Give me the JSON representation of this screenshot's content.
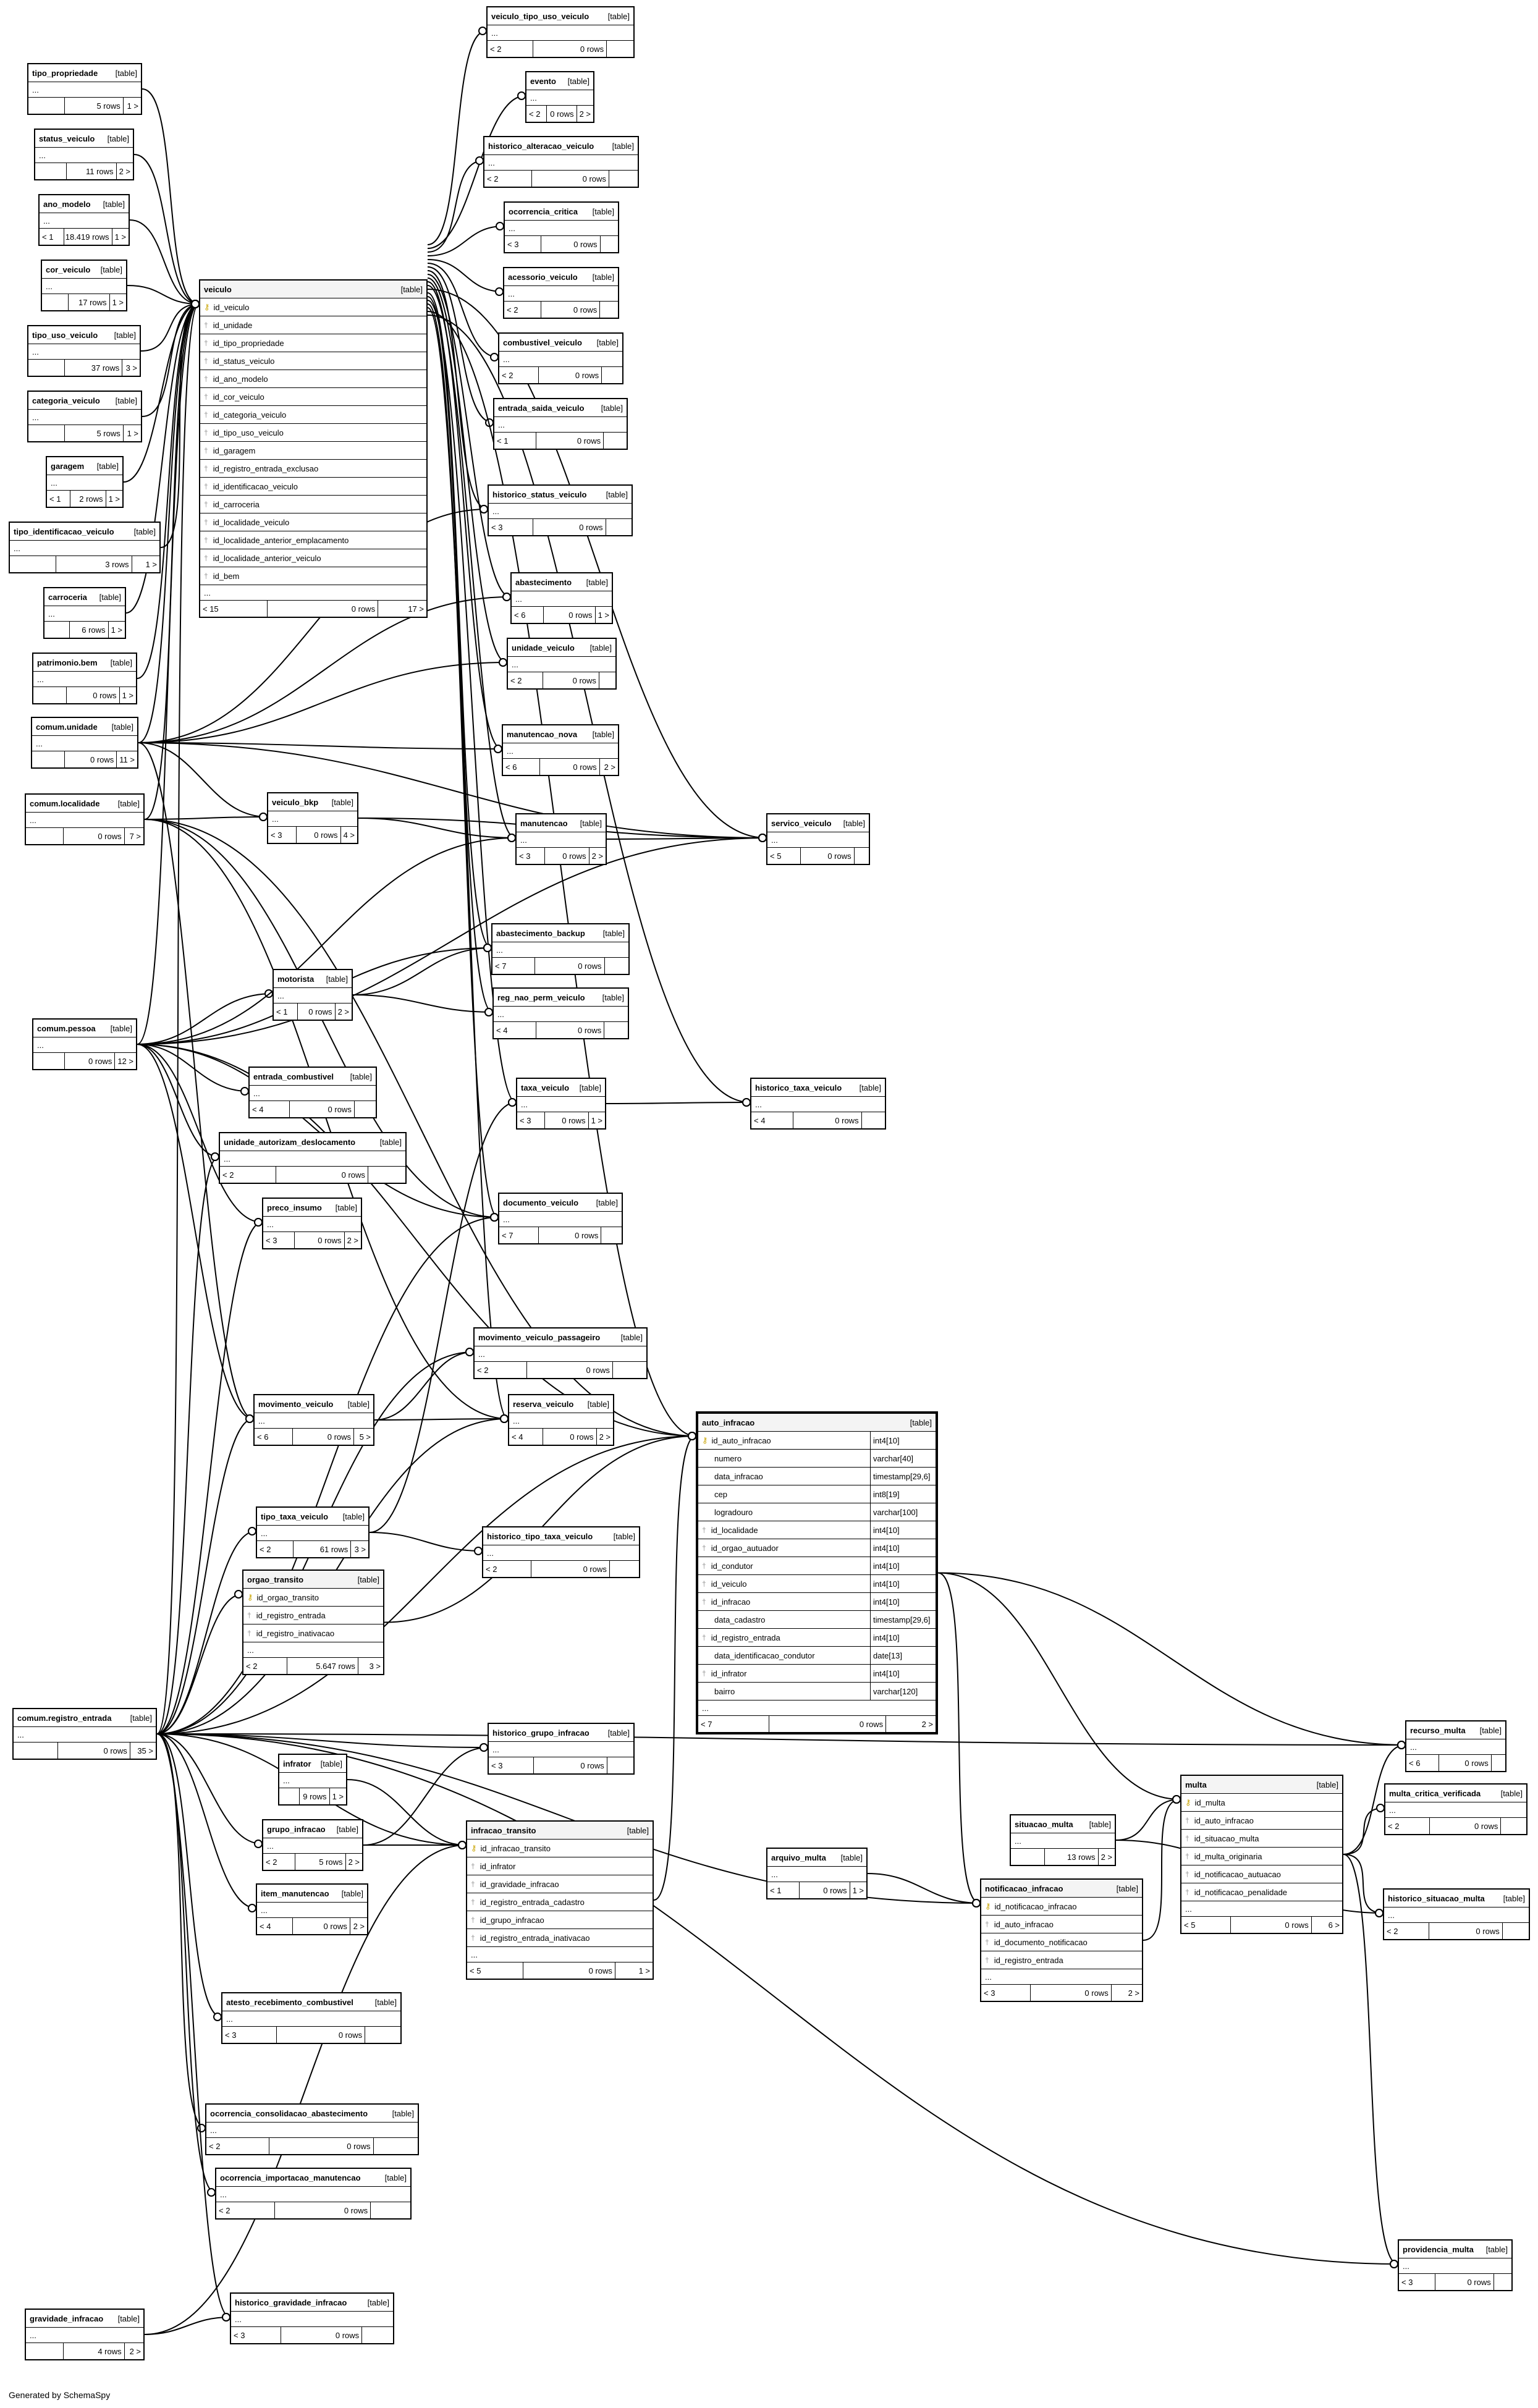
{
  "footer": {
    "text": "Generated by SchemaSpy"
  },
  "labels": {
    "kind": "[table]",
    "ellipsis": "..."
  },
  "tables": [
    {
      "name": "veiculo_tipo_uso_veiculo",
      "left": "< 2",
      "mid": "0 rows",
      "right": ""
    },
    {
      "name": "evento",
      "left": "< 2",
      "mid": "0 rows",
      "right": "2 >"
    },
    {
      "name": "historico_alteracao_veiculo",
      "left": "< 2",
      "mid": "0 rows",
      "right": ""
    },
    {
      "name": "ocorrencia_critica",
      "left": "< 3",
      "mid": "0 rows",
      "right": ""
    },
    {
      "name": "acessorio_veiculo",
      "left": "< 2",
      "mid": "0 rows",
      "right": ""
    },
    {
      "name": "combustivel_veiculo",
      "left": "< 2",
      "mid": "0 rows",
      "right": ""
    },
    {
      "name": "entrada_saida_veiculo",
      "left": "< 1",
      "mid": "0 rows",
      "right": ""
    },
    {
      "name": "historico_status_veiculo",
      "left": "< 3",
      "mid": "0 rows",
      "right": ""
    },
    {
      "name": "abastecimento",
      "left": "< 6",
      "mid": "0 rows",
      "right": "1 >"
    },
    {
      "name": "unidade_veiculo",
      "left": "< 2",
      "mid": "0 rows",
      "right": ""
    },
    {
      "name": "manutencao_nova",
      "left": "< 6",
      "mid": "0 rows",
      "right": "2 >"
    },
    {
      "name": "manutencao",
      "left": "< 3",
      "mid": "0 rows",
      "right": "2 >"
    },
    {
      "name": "servico_veiculo",
      "left": "< 5",
      "mid": "0 rows",
      "right": ""
    },
    {
      "name": "abastecimento_backup",
      "left": "< 7",
      "mid": "0 rows",
      "right": ""
    },
    {
      "name": "reg_nao_perm_veiculo",
      "left": "< 4",
      "mid": "0 rows",
      "right": ""
    },
    {
      "name": "taxa_veiculo",
      "left": "< 3",
      "mid": "0 rows",
      "right": "1 >"
    },
    {
      "name": "historico_taxa_veiculo",
      "left": "< 4",
      "mid": "0 rows",
      "right": ""
    },
    {
      "name": "documento_veiculo",
      "left": "< 7",
      "mid": "0 rows",
      "right": ""
    },
    {
      "name": "movimento_veiculo_passageiro",
      "left": "< 2",
      "mid": "0 rows",
      "right": ""
    },
    {
      "name": "reserva_veiculo",
      "left": "< 4",
      "mid": "0 rows",
      "right": "2 >"
    },
    {
      "name": "historico_tipo_taxa_veiculo",
      "left": "< 2",
      "mid": "0 rows",
      "right": ""
    },
    {
      "name": "historico_grupo_infracao",
      "left": "< 3",
      "mid": "0 rows",
      "right": ""
    },
    {
      "name": "tipo_propriedade",
      "left": "",
      "mid": "5 rows",
      "right": "1 >"
    },
    {
      "name": "status_veiculo",
      "left": "",
      "mid": "11 rows",
      "right": "2 >"
    },
    {
      "name": "ano_modelo",
      "left": "< 1",
      "mid": "18.419 rows",
      "right": "1 >"
    },
    {
      "name": "cor_veiculo",
      "left": "",
      "mid": "17 rows",
      "right": "1 >"
    },
    {
      "name": "tipo_uso_veiculo",
      "left": "",
      "mid": "37 rows",
      "right": "3 >"
    },
    {
      "name": "categoria_veiculo",
      "left": "",
      "mid": "5 rows",
      "right": "1 >"
    },
    {
      "name": "garagem",
      "left": "< 1",
      "mid": "2 rows",
      "right": "1 >"
    },
    {
      "name": "tipo_identificacao_veiculo",
      "left": "",
      "mid": "3 rows",
      "right": "1 >"
    },
    {
      "name": "carroceria",
      "left": "",
      "mid": "6 rows",
      "right": "1 >"
    },
    {
      "name": "patrimonio.bem",
      "left": "",
      "mid": "0 rows",
      "right": "1 >"
    },
    {
      "name": "comum.unidade",
      "left": "",
      "mid": "0 rows",
      "right": "11 >"
    },
    {
      "name": "comum.localidade",
      "left": "",
      "mid": "0 rows",
      "right": "7 >"
    },
    {
      "name": "comum.pessoa",
      "left": "",
      "mid": "0 rows",
      "right": "12 >"
    },
    {
      "name": "veiculo_bkp",
      "left": "< 3",
      "mid": "0 rows",
      "right": "4 >"
    },
    {
      "name": "motorista",
      "left": "< 1",
      "mid": "0 rows",
      "right": "2 >"
    },
    {
      "name": "entrada_combustivel",
      "left": "< 4",
      "mid": "0 rows",
      "right": ""
    },
    {
      "name": "unidade_autorizam_deslocamento",
      "left": "< 2",
      "mid": "0 rows",
      "right": ""
    },
    {
      "name": "preco_insumo",
      "left": "< 3",
      "mid": "0 rows",
      "right": "2 >"
    },
    {
      "name": "movimento_veiculo",
      "left": "< 6",
      "mid": "0 rows",
      "right": "5 >"
    },
    {
      "name": "tipo_taxa_veiculo",
      "left": "< 2",
      "mid": "61 rows",
      "right": "3 >"
    },
    {
      "name": "comum.registro_entrada",
      "left": "",
      "mid": "0 rows",
      "right": "35 >"
    },
    {
      "name": "infrator",
      "left": "",
      "mid": "9 rows",
      "right": "1 >"
    },
    {
      "name": "grupo_infracao",
      "left": "< 2",
      "mid": "5 rows",
      "right": "2 >"
    },
    {
      "name": "item_manutencao",
      "left": "< 4",
      "mid": "0 rows",
      "right": "2 >"
    },
    {
      "name": "atesto_recebimento_combustivel",
      "left": "< 3",
      "mid": "0 rows",
      "right": ""
    },
    {
      "name": "ocorrencia_consolidacao_abastecimento",
      "left": "< 2",
      "mid": "0 rows",
      "right": ""
    },
    {
      "name": "ocorrencia_importacao_manutencao",
      "left": "< 2",
      "mid": "0 rows",
      "right": ""
    },
    {
      "name": "gravidade_infracao",
      "left": "",
      "mid": "4 rows",
      "right": "2 >"
    },
    {
      "name": "historico_gravidade_infracao",
      "left": "< 3",
      "mid": "0 rows",
      "right": ""
    },
    {
      "name": "arquivo_multa",
      "left": "< 1",
      "mid": "0 rows",
      "right": "1 >"
    },
    {
      "name": "situacao_multa",
      "left": "",
      "mid": "13 rows",
      "right": "2 >"
    },
    {
      "name": "recurso_multa",
      "left": "< 6",
      "mid": "0 rows",
      "right": ""
    },
    {
      "name": "multa_critica_verificada",
      "left": "< 2",
      "mid": "0 rows",
      "right": ""
    },
    {
      "name": "historico_situacao_multa",
      "left": "< 2",
      "mid": "0 rows",
      "right": ""
    },
    {
      "name": "providencia_multa",
      "left": "< 3",
      "mid": "0 rows",
      "right": ""
    }
  ],
  "big_tables": [
    {
      "name": "veiculo",
      "left": "< 15",
      "mid": "0 rows",
      "right": "17 >",
      "columns": [
        {
          "name": "id_veiculo",
          "key": "pk",
          "type": ""
        },
        {
          "name": "id_unidade",
          "key": "fk",
          "type": ""
        },
        {
          "name": "id_tipo_propriedade",
          "key": "fk",
          "type": ""
        },
        {
          "name": "id_status_veiculo",
          "key": "fk",
          "type": ""
        },
        {
          "name": "id_ano_modelo",
          "key": "fk",
          "type": ""
        },
        {
          "name": "id_cor_veiculo",
          "key": "fk",
          "type": ""
        },
        {
          "name": "id_categoria_veiculo",
          "key": "fk",
          "type": ""
        },
        {
          "name": "id_tipo_uso_veiculo",
          "key": "fk",
          "type": ""
        },
        {
          "name": "id_garagem",
          "key": "fk",
          "type": ""
        },
        {
          "name": "id_registro_entrada_exclusao",
          "key": "fk",
          "type": ""
        },
        {
          "name": "id_identificacao_veiculo",
          "key": "fk",
          "type": ""
        },
        {
          "name": "id_carroceria",
          "key": "fk",
          "type": ""
        },
        {
          "name": "id_localidade_veiculo",
          "key": "fk",
          "type": ""
        },
        {
          "name": "id_localidade_anterior_emplacamento",
          "key": "fk",
          "type": ""
        },
        {
          "name": "id_localidade_anterior_veiculo",
          "key": "fk",
          "type": ""
        },
        {
          "name": "id_bem",
          "key": "fk",
          "type": ""
        }
      ]
    },
    {
      "name": "orgao_transito",
      "left": "< 2",
      "mid": "5.647 rows",
      "right": "3 >",
      "columns": [
        {
          "name": "id_orgao_transito",
          "key": "pk",
          "type": ""
        },
        {
          "name": "id_registro_entrada",
          "key": "fk",
          "type": ""
        },
        {
          "name": "id_registro_inativacao",
          "key": "fk",
          "type": ""
        }
      ]
    },
    {
      "name": "auto_infracao",
      "left": "< 7",
      "mid": "0 rows",
      "right": "2 >",
      "columns": [
        {
          "name": "id_auto_infracao",
          "key": "pk",
          "type": "int4[10]"
        },
        {
          "name": "numero",
          "key": "",
          "type": "varchar[40]"
        },
        {
          "name": "data_infracao",
          "key": "",
          "type": "timestamp[29,6]"
        },
        {
          "name": "cep",
          "key": "",
          "type": "int8[19]"
        },
        {
          "name": "logradouro",
          "key": "",
          "type": "varchar[100]"
        },
        {
          "name": "id_localidade",
          "key": "fk",
          "type": "int4[10]"
        },
        {
          "name": "id_orgao_autuador",
          "key": "fk",
          "type": "int4[10]"
        },
        {
          "name": "id_condutor",
          "key": "fk",
          "type": "int4[10]"
        },
        {
          "name": "id_veiculo",
          "key": "fk",
          "type": "int4[10]"
        },
        {
          "name": "id_infracao",
          "key": "fk",
          "type": "int4[10]"
        },
        {
          "name": "data_cadastro",
          "key": "",
          "type": "timestamp[29,6]"
        },
        {
          "name": "id_registro_entrada",
          "key": "fk",
          "type": "int4[10]"
        },
        {
          "name": "data_identificacao_condutor",
          "key": "",
          "type": "date[13]"
        },
        {
          "name": "id_infrator",
          "key": "fk",
          "type": "int4[10]"
        },
        {
          "name": "bairro",
          "key": "",
          "type": "varchar[120]"
        }
      ]
    },
    {
      "name": "infracao_transito",
      "left": "< 5",
      "mid": "0 rows",
      "right": "1 >",
      "columns": [
        {
          "name": "id_infracao_transito",
          "key": "pk",
          "type": ""
        },
        {
          "name": "id_infrator",
          "key": "fk",
          "type": ""
        },
        {
          "name": "id_gravidade_infracao",
          "key": "fk",
          "type": ""
        },
        {
          "name": "id_registro_entrada_cadastro",
          "key": "fk",
          "type": ""
        },
        {
          "name": "id_grupo_infracao",
          "key": "fk",
          "type": ""
        },
        {
          "name": "id_registro_entrada_inativacao",
          "key": "fk",
          "type": ""
        }
      ]
    },
    {
      "name": "notificacao_infracao",
      "left": "< 3",
      "mid": "0 rows",
      "right": "2 >",
      "columns": [
        {
          "name": "id_notificacao_infracao",
          "key": "pk",
          "type": ""
        },
        {
          "name": "id_auto_infracao",
          "key": "fk",
          "type": ""
        },
        {
          "name": "id_documento_notificacao",
          "key": "fk",
          "type": ""
        },
        {
          "name": "id_registro_entrada",
          "key": "fk",
          "type": ""
        }
      ]
    },
    {
      "name": "multa",
      "left": "< 5",
      "mid": "0 rows",
      "right": "6 >",
      "columns": [
        {
          "name": "id_multa",
          "key": "pk",
          "type": ""
        },
        {
          "name": "id_auto_infracao",
          "key": "fk",
          "type": ""
        },
        {
          "name": "id_situacao_multa",
          "key": "fk",
          "type": ""
        },
        {
          "name": "id_multa_originaria",
          "key": "fk",
          "type": ""
        },
        {
          "name": "id_notificacao_autuacao",
          "key": "fk",
          "type": ""
        },
        {
          "name": "id_notificacao_penalidade",
          "key": "fk",
          "type": ""
        }
      ]
    }
  ]
}
